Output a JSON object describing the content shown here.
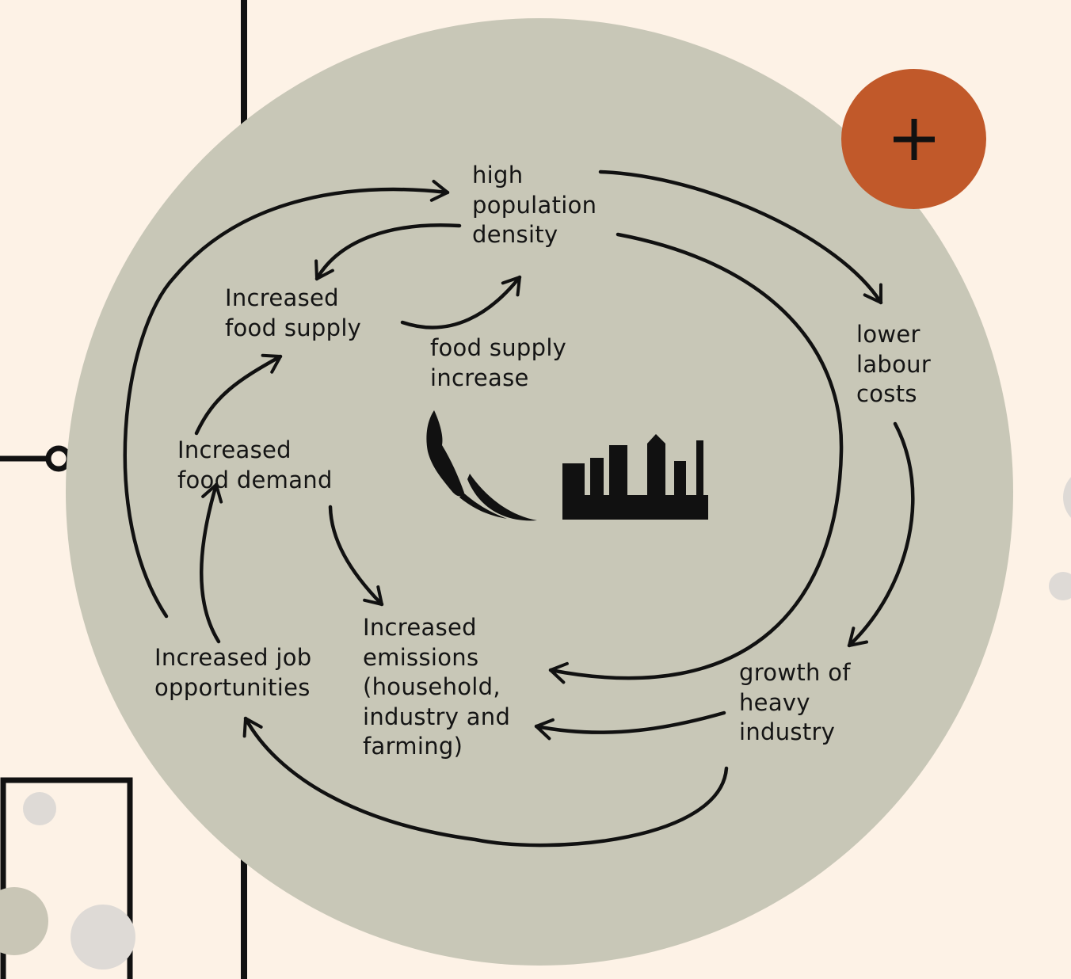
{
  "colors": {
    "page_background": "#fdf2e6",
    "circle_fill": "#c8c7b7",
    "accent": "#c1592a",
    "ink": "#111111",
    "decor_grey": "#dedad6",
    "decor_olive": "#c9c6b6"
  },
  "nodes": {
    "high_population_density": "high\npopulation\ndensity",
    "increased_food_supply": "Increased\nfood supply",
    "food_supply_increase": "food supply\nincrease",
    "increased_food_demand": "Increased\nfood demand",
    "increased_job_opportunities": "Increased job\nopportunities",
    "increased_emissions": "Increased\nemissions\n(household,\nindustry and\nfarming)",
    "lower_labour_costs": "lower\nlabour\ncosts",
    "growth_of_heavy_industry": "growth of\nheavy\nindustry"
  },
  "icons": {
    "expand": "plus-icon",
    "farming": "wheat-icon",
    "industry": "factory-icon"
  }
}
